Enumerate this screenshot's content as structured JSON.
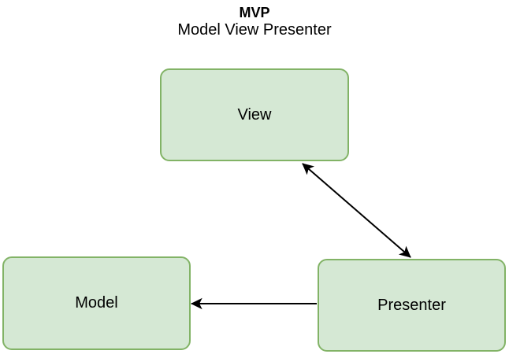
{
  "diagram": {
    "title": "MVP",
    "subtitle": "Model View Presenter",
    "nodes": [
      {
        "id": "view",
        "label": "View"
      },
      {
        "id": "model",
        "label": "Model"
      },
      {
        "id": "presenter",
        "label": "Presenter"
      }
    ],
    "edges": [
      {
        "from": "view",
        "to": "presenter",
        "type": "bidirectional-arrow"
      },
      {
        "from": "presenter",
        "to": "model",
        "type": "arrow"
      }
    ],
    "colors": {
      "node_fill": "#d5e8d4",
      "node_border": "#82b366",
      "arrow": "#000000",
      "text": "#000000",
      "background": "#ffffff"
    }
  }
}
